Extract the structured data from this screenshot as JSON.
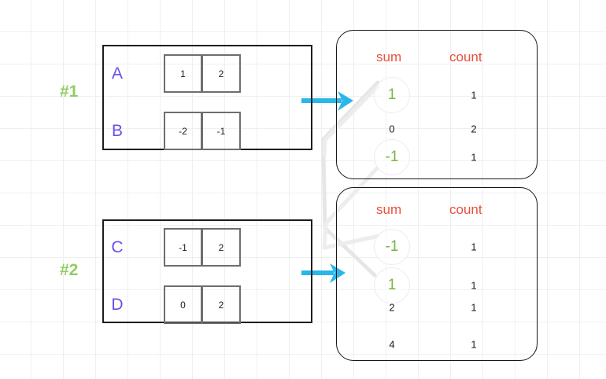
{
  "diagram": {
    "title": "aggregation-merge-diagram",
    "colors": {
      "grid": "#eef0ee",
      "panel_border": "#1d1d1d",
      "cell_border": "#6e6e6e",
      "letter": "#6a4fe8",
      "section_label": "#92cc62",
      "header": "#e8503a",
      "highlight_value": "#7cb342",
      "arrow": "#29b6e8",
      "link_line": "#e3e3e3"
    }
  },
  "sections": [
    {
      "id": "section-1",
      "label": "#1"
    },
    {
      "id": "section-2",
      "label": "#2"
    }
  ],
  "input_panels": [
    {
      "id": "panel-1",
      "rows": [
        {
          "letter": "A",
          "cells": [
            "1",
            "2"
          ]
        },
        {
          "letter": "B",
          "cells": [
            "-2",
            "-1"
          ]
        }
      ]
    },
    {
      "id": "panel-2",
      "rows": [
        {
          "letter": "C",
          "cells": [
            "-1",
            "2"
          ]
        },
        {
          "letter": "D",
          "cells": [
            "0",
            "2"
          ]
        }
      ]
    }
  ],
  "tables": [
    {
      "id": "table-panel-1",
      "headers": {
        "sum": "sum",
        "count": "count"
      },
      "rows": [
        {
          "sum": "1",
          "count": "1",
          "highlight": true
        },
        {
          "sum": "0",
          "count": "2",
          "highlight": false
        },
        {
          "sum": "-1",
          "count": "1",
          "highlight": true
        }
      ]
    },
    {
      "id": "table-panel-2",
      "headers": {
        "sum": "sum",
        "count": "count"
      },
      "rows": [
        {
          "sum": "-1",
          "count": "1",
          "highlight": true
        },
        {
          "sum": "1",
          "count": "1",
          "highlight": true
        },
        {
          "sum": "2",
          "count": "1",
          "highlight": false
        },
        {
          "sum": "4",
          "count": "1",
          "highlight": false
        }
      ]
    }
  ],
  "arrows": [
    {
      "id": "arrow-1",
      "from": "panel-1",
      "to": "table-panel-1"
    },
    {
      "id": "arrow-2",
      "from": "panel-2",
      "to": "table-panel-2"
    }
  ],
  "links": [
    {
      "id": "link-sum-1",
      "from": "table-1-row-1-sum",
      "to": "table-2-row-2-sum"
    },
    {
      "id": "link-sum-minus-1",
      "from": "table-1-row-3-sum",
      "to": "table-2-row-1-sum"
    }
  ]
}
